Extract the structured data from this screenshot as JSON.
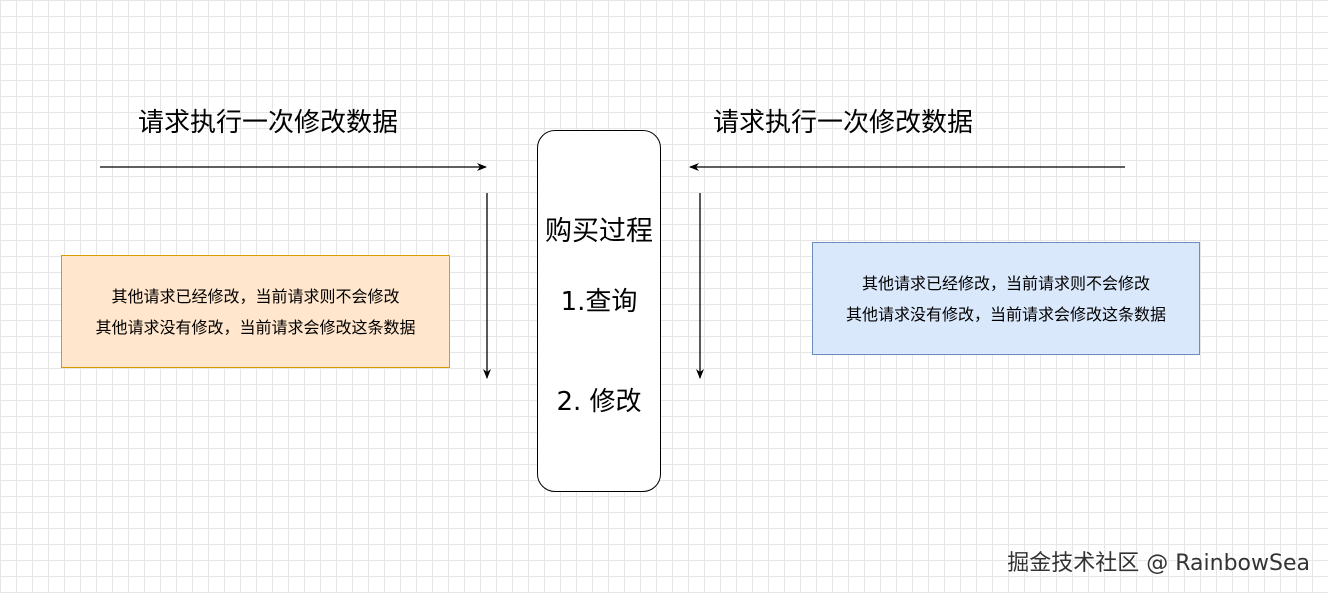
{
  "diagram": {
    "left_request_label": "请求执行一次修改数据",
    "right_request_label": "请求执行一次修改数据",
    "process": {
      "title": "购买过程",
      "step1": "1.查询",
      "step2": "2. 修改"
    },
    "left_note": {
      "line1": "其他请求已经修改，当前请求则不会修改",
      "line2": "其他请求没有修改，当前请求会修改这条数据"
    },
    "right_note": {
      "line1": "其他请求已经修改，当前请求则不会修改",
      "line2": "其他请求没有修改，当前请求会修改这条数据"
    },
    "colors": {
      "left_note_fill": "#ffe6cc",
      "left_note_border": "#d79b00",
      "right_note_fill": "#dae8fc",
      "right_note_border": "#6c8ebf"
    }
  },
  "watermark": "掘金技术社区 @ RainbowSea"
}
